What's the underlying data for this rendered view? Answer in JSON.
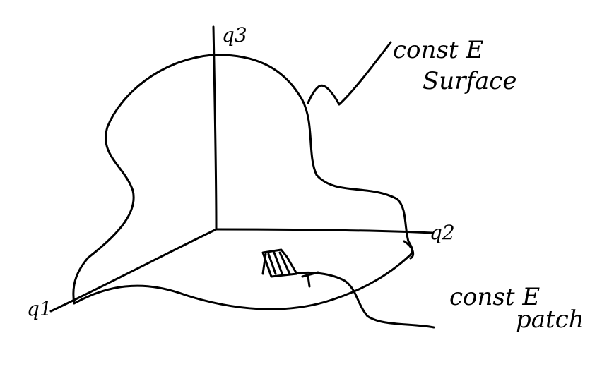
{
  "diagram": {
    "axes": {
      "q3": "q3",
      "q2": "q2",
      "q1": "q1"
    },
    "annotations": {
      "surface": {
        "line1": "const E",
        "line2": "Surface"
      },
      "patch": {
        "line1": "const E",
        "line2": "patch"
      }
    },
    "ink_color": "#000000",
    "background_color": "#ffffff"
  }
}
